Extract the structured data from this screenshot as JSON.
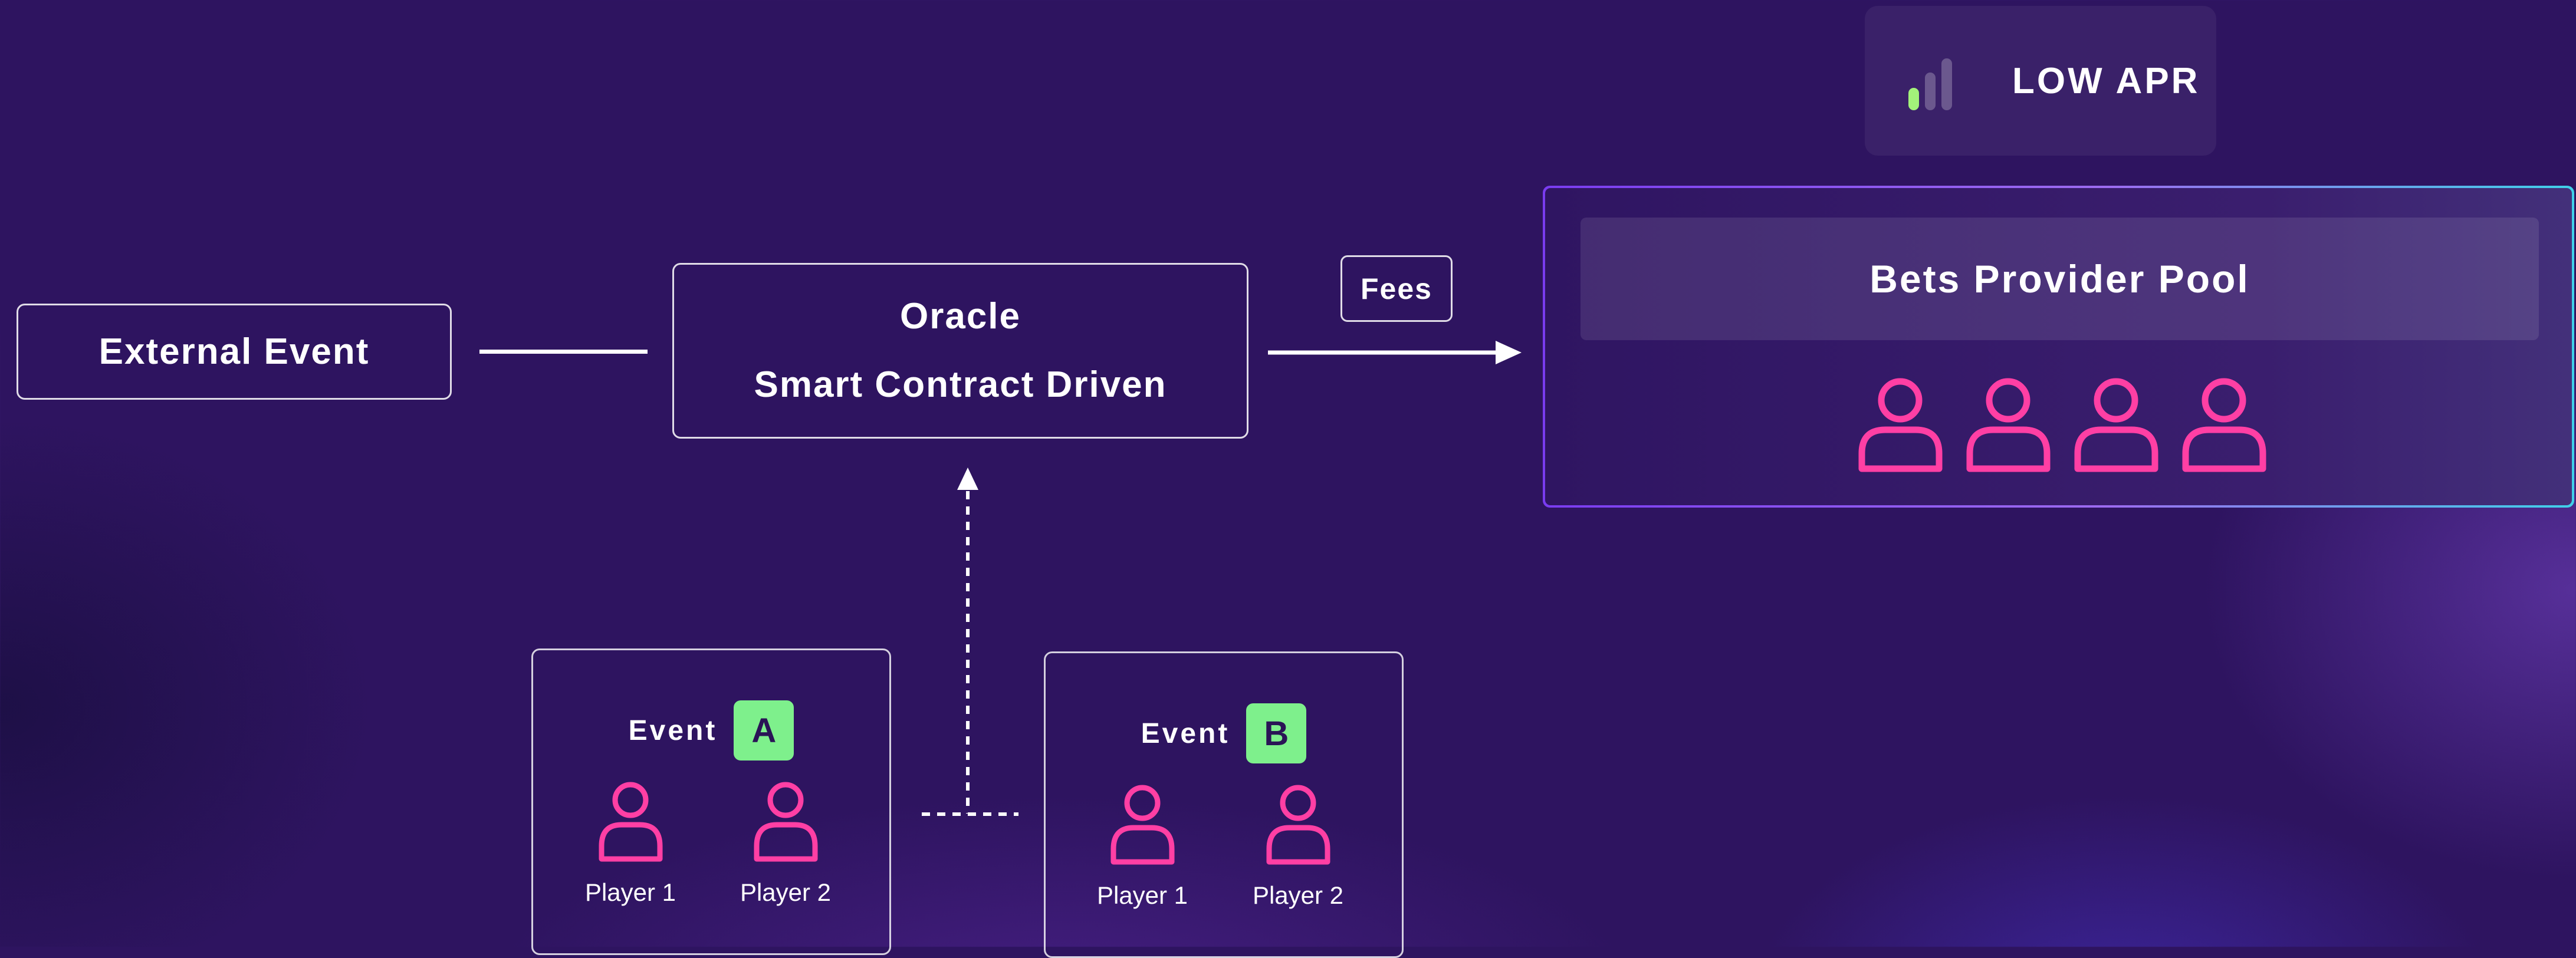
{
  "apr": {
    "label": "LOW APR",
    "signal_icon": "signal-bars-icon",
    "accent": "#a3f27a"
  },
  "external_event": {
    "label": "External Event"
  },
  "oracle": {
    "line1": "Oracle",
    "line2": "Smart Contract Driven"
  },
  "fees": {
    "label": "Fees"
  },
  "pool": {
    "title": "Bets Provider Pool",
    "users": [
      "user-icon",
      "user-icon",
      "user-icon",
      "user-icon"
    ],
    "user_color": "#ff3fa4"
  },
  "events": [
    {
      "label": "Event",
      "badge": "A",
      "players": [
        "Player 1",
        "Player 2"
      ]
    },
    {
      "label": "Event",
      "badge": "B",
      "players": [
        "Player 1",
        "Player 2"
      ]
    }
  ],
  "colors": {
    "background": "#2e1460",
    "badge": "#7ef08c",
    "pool_border_start": "#7a3cf0",
    "pool_border_end": "#3fd0e8"
  }
}
